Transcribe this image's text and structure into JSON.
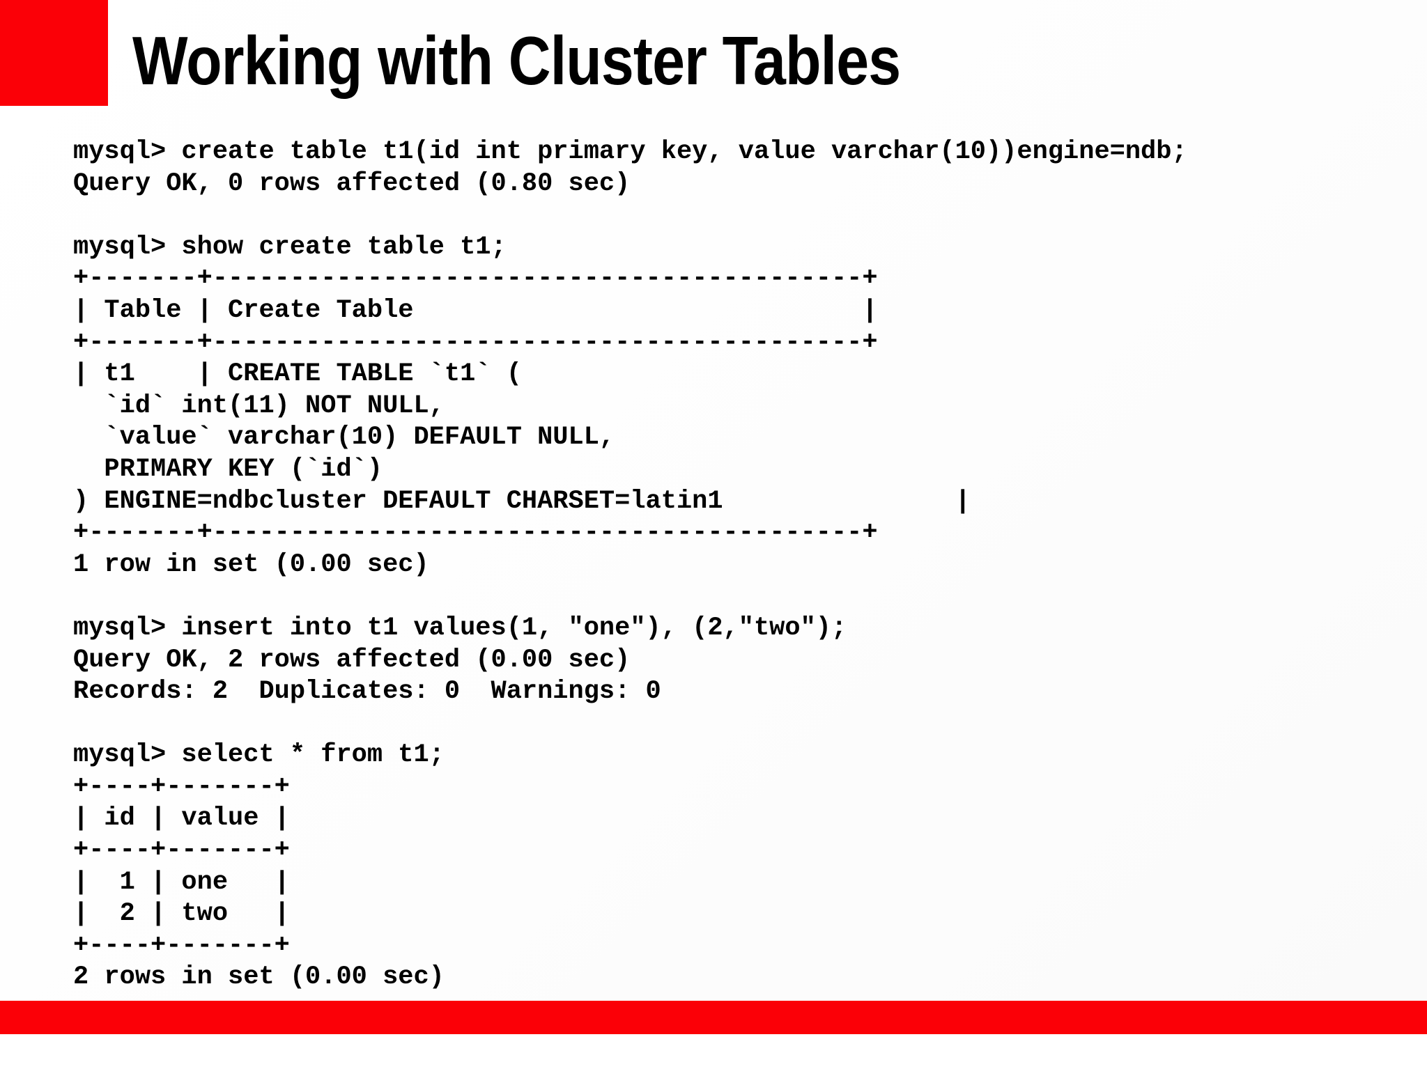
{
  "slide": {
    "title": "Working with Cluster Tables",
    "accent_color": "#fb0007",
    "background_color": "#ffffff",
    "text_color": "#000000"
  },
  "console": {
    "lines": [
      "mysql> create table t1(id int primary key, value varchar(10))engine=ndb;",
      "Query OK, 0 rows affected (0.80 sec)",
      "",
      "mysql> show create table t1;",
      "+-------+------------------------------------------+",
      "| Table | Create Table                             |",
      "+-------+------------------------------------------+",
      "| t1    | CREATE TABLE `t1` (",
      "  `id` int(11) NOT NULL,",
      "  `value` varchar(10) DEFAULT NULL,",
      "  PRIMARY KEY (`id`)",
      ") ENGINE=ndbcluster DEFAULT CHARSET=latin1               |",
      "+-------+------------------------------------------+",
      "1 row in set (0.00 sec)",
      "",
      "mysql> insert into t1 values(1, \"one\"), (2,\"two\");",
      "Query OK, 2 rows affected (0.00 sec)",
      "Records: 2  Duplicates: 0  Warnings: 0",
      "",
      "mysql> select * from t1;",
      "+----+-------+",
      "| id | value |",
      "+----+-------+",
      "|  1 | one   |",
      "|  2 | two   |",
      "+----+-------+",
      "2 rows in set (0.00 sec)"
    ]
  }
}
